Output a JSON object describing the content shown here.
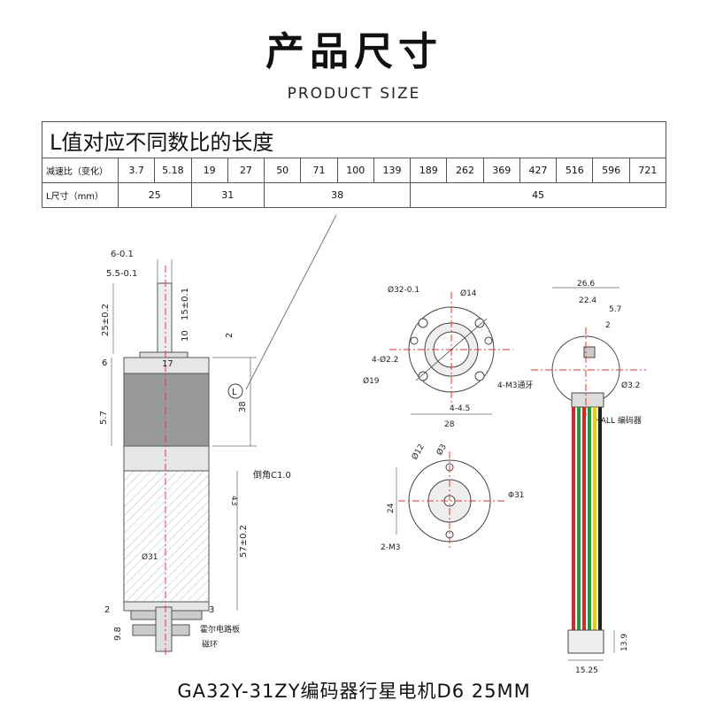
{
  "header": {
    "title": "产品尺寸",
    "subtitle": "PRODUCT SIZE"
  },
  "table": {
    "heading": "L值对应不同数比的长度",
    "ratio_label": "减速比（变化）",
    "ratios": [
      "3.7",
      "5.18",
      "19",
      "27",
      "50",
      "71",
      "100",
      "139",
      "189",
      "262",
      "369",
      "427",
      "516",
      "596",
      "721"
    ],
    "length_label": "L尺寸（mm）",
    "lengths": [
      "25",
      "31",
      "38",
      "45"
    ]
  },
  "side_view": {
    "dims": {
      "shaft_top": "6-0.1",
      "shaft_flat": "5.5-0.1",
      "shaft_len": "25±0.2",
      "flat_len": "15±0.1",
      "d10": "10",
      "d2_top": "2",
      "d6": "6",
      "d17": "17",
      "d57_left": "5.7",
      "d38": "38",
      "l_marker": "L",
      "chamfer": "倒角C1.0",
      "d43": "43",
      "d57_body": "57±0.2",
      "dia31": "Ø31",
      "d2_bottom": "2",
      "d3_bottom": "3",
      "d98": "9.8",
      "hall_board": "霍尔电路板",
      "magnet_ring": "磁环"
    }
  },
  "front_view": {
    "dims": {
      "d32": "Ø32-0.1",
      "d14": "Ø14",
      "d2_2": "4-Ø2.2",
      "d19": "Ø19",
      "m3_4": "4-M3通牙",
      "d4_5": "4-4.5",
      "d28": "28"
    }
  },
  "rear_view": {
    "dims": {
      "d12": "Ø12",
      "d3": "Ø3",
      "d24": "24",
      "phi31": "Φ31",
      "m3_2": "2-M3"
    }
  },
  "encoder_view": {
    "dims": {
      "d26_6": "26.6",
      "d22_4": "22.4",
      "d5_7": "5.7",
      "d2": "2",
      "d3_2": "Ø3.2",
      "hall": "HALL 编码器",
      "d13_9": "13.9",
      "d15_25": "15.25"
    },
    "wire_colors": [
      "#d62828",
      "#1b9c3a",
      "#d62828",
      "#1b9c3a",
      "#e8d000",
      "#222222"
    ]
  },
  "caption": "GA32Y-31ZY编码器行星电机D6 25MM"
}
